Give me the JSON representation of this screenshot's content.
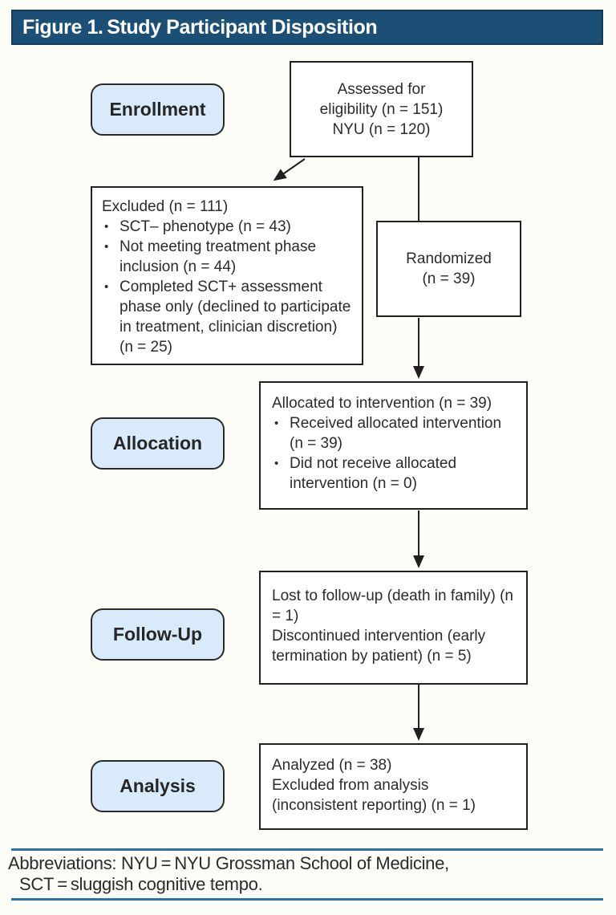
{
  "figure": {
    "title": "Figure 1. Study Participant Disposition"
  },
  "stages": [
    {
      "label": "Enrollment"
    },
    {
      "label": "Allocation"
    },
    {
      "label": "Follow-Up"
    },
    {
      "label": "Analysis"
    }
  ],
  "boxes": {
    "assessed": {
      "lines": [
        "Assessed for",
        "eligibility (n = 151)",
        "NYU (n = 120)"
      ]
    },
    "excluded": {
      "title": "Excluded (n = 111)",
      "bullets": [
        "SCT– phenotype (n = 43)",
        "Not meeting treatment phase inclusion (n = 44)",
        "Completed SCT+ assessment phase only (declined to participate in treatment, clinician discretion) (n = 25)"
      ]
    },
    "randomized": {
      "lines": [
        "Randomized",
        "(n = 39)"
      ]
    },
    "allocated": {
      "title": "Allocated to intervention (n = 39)",
      "bullets": [
        "Received allocated intervention (n = 39)",
        "Did not receive allocated intervention (n = 0)"
      ]
    },
    "followup": {
      "lines": [
        "Lost to follow-up (death in family) (n = 1)",
        "Discontinued intervention (early termination by patient) (n = 5)"
      ]
    },
    "analyzed": {
      "lines": [
        "Analyzed (n = 38)",
        "Excluded from analysis (inconsistent reporting) (n = 1)"
      ]
    }
  },
  "footer": {
    "line1": "Abbreviations: NYU = NYU Grossman School of Medicine,",
    "line2": "SCT = sluggish cognitive tempo."
  },
  "colors": {
    "title_bar_fill": "#1b4f76",
    "title_bar_border": "#153a55",
    "stage_fill": "#d9eafa",
    "box_border": "#231f20",
    "footer_rule": "#2e74a7",
    "page_background": "#fcfdf7"
  }
}
